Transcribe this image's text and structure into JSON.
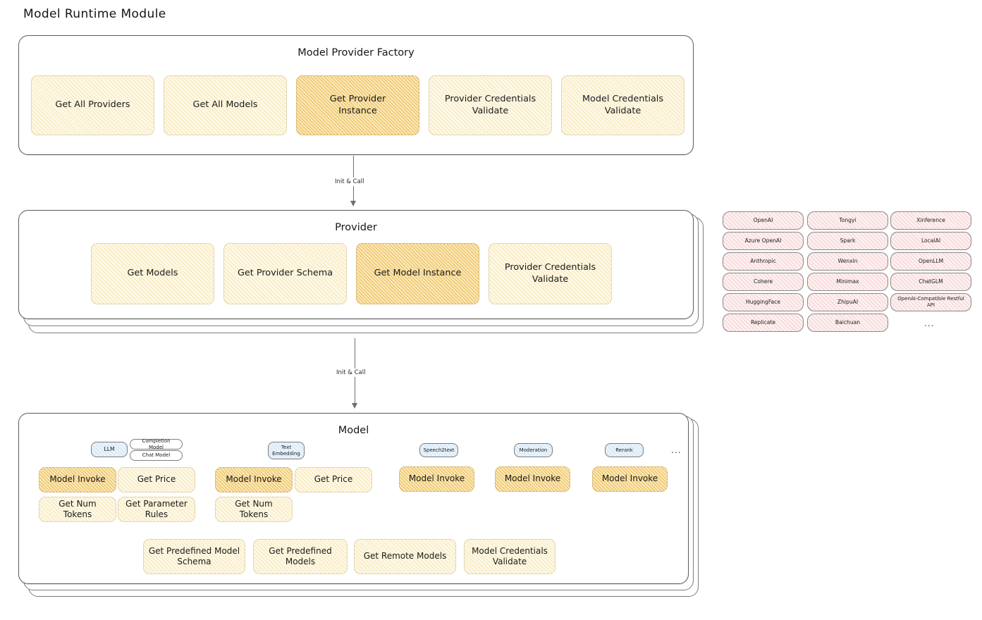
{
  "title": "Model Runtime Module",
  "sections": {
    "factory": {
      "title": "Model Provider Factory",
      "nodes": [
        {
          "label": "Get All Providers",
          "highlight": false
        },
        {
          "label": "Get All Models",
          "highlight": false
        },
        {
          "label": "Get Provider\nInstance",
          "highlight": true
        },
        {
          "label": "Provider Credentials\nValidate",
          "highlight": false
        },
        {
          "label": "Model Credentials\nValidate",
          "highlight": false
        }
      ]
    },
    "provider": {
      "title": "Provider",
      "nodes": [
        {
          "label": "Get Models",
          "highlight": false
        },
        {
          "label": "Get Provider Schema",
          "highlight": false
        },
        {
          "label": "Get Model Instance",
          "highlight": true
        },
        {
          "label": "Provider Credentials\nValidate",
          "highlight": false
        }
      ]
    },
    "model": {
      "title": "Model",
      "types": [
        {
          "badge": "LLM",
          "tags": [
            "Completion Model",
            "Chat Model"
          ],
          "nodes": [
            {
              "label": "Model Invoke",
              "highlight": true
            },
            {
              "label": "Get Price",
              "highlight": false
            },
            {
              "label": "Get Num Tokens",
              "highlight": false
            },
            {
              "label": "Get Parameter\nRules",
              "highlight": false
            }
          ]
        },
        {
          "badge": "Text\nEmbedding",
          "tags": [],
          "nodes": [
            {
              "label": "Model Invoke",
              "highlight": true
            },
            {
              "label": "Get Price",
              "highlight": false
            },
            {
              "label": "Get Num Tokens",
              "highlight": false
            }
          ]
        },
        {
          "badge": "Speech2text",
          "tags": [],
          "nodes": [
            {
              "label": "Model Invoke",
              "highlight": true
            }
          ]
        },
        {
          "badge": "Moderation",
          "tags": [],
          "nodes": [
            {
              "label": "Model Invoke",
              "highlight": true
            }
          ]
        },
        {
          "badge": "Rerank",
          "tags": [],
          "nodes": [
            {
              "label": "Model Invoke",
              "highlight": true
            }
          ]
        }
      ],
      "more_indicator": "...",
      "shared_nodes": [
        {
          "label": "Get Predefined Model\nSchema"
        },
        {
          "label": "Get Predefined\nModels"
        },
        {
          "label": "Get Remote Models"
        },
        {
          "label": "Model Credentials\nValidate"
        }
      ]
    }
  },
  "connectors": [
    {
      "label": "Init & Call"
    },
    {
      "label": "Init & Call"
    }
  ],
  "provider_list": {
    "columns": [
      [
        "OpenAI",
        "Azure OpenAI",
        "Anthropic",
        "Cohere",
        "HuggingFace",
        "Replicate"
      ],
      [
        "Tongyi",
        "Spark",
        "Wenxin",
        "Minimax",
        "ZhipuAI",
        "Baichuan"
      ],
      [
        "Xinference",
        "LocalAI",
        "OpenLLM",
        "ChatGLM",
        "OpenAI-Compatible Restful API"
      ]
    ],
    "more_indicator": "..."
  },
  "colors": {
    "cream_fill": "#fdf8e6",
    "amber_fill": "#fbe9bb",
    "pink_fill": "#fdf0f0",
    "blue_fill": "#eaf3fb",
    "border": "#5b5b5b"
  }
}
